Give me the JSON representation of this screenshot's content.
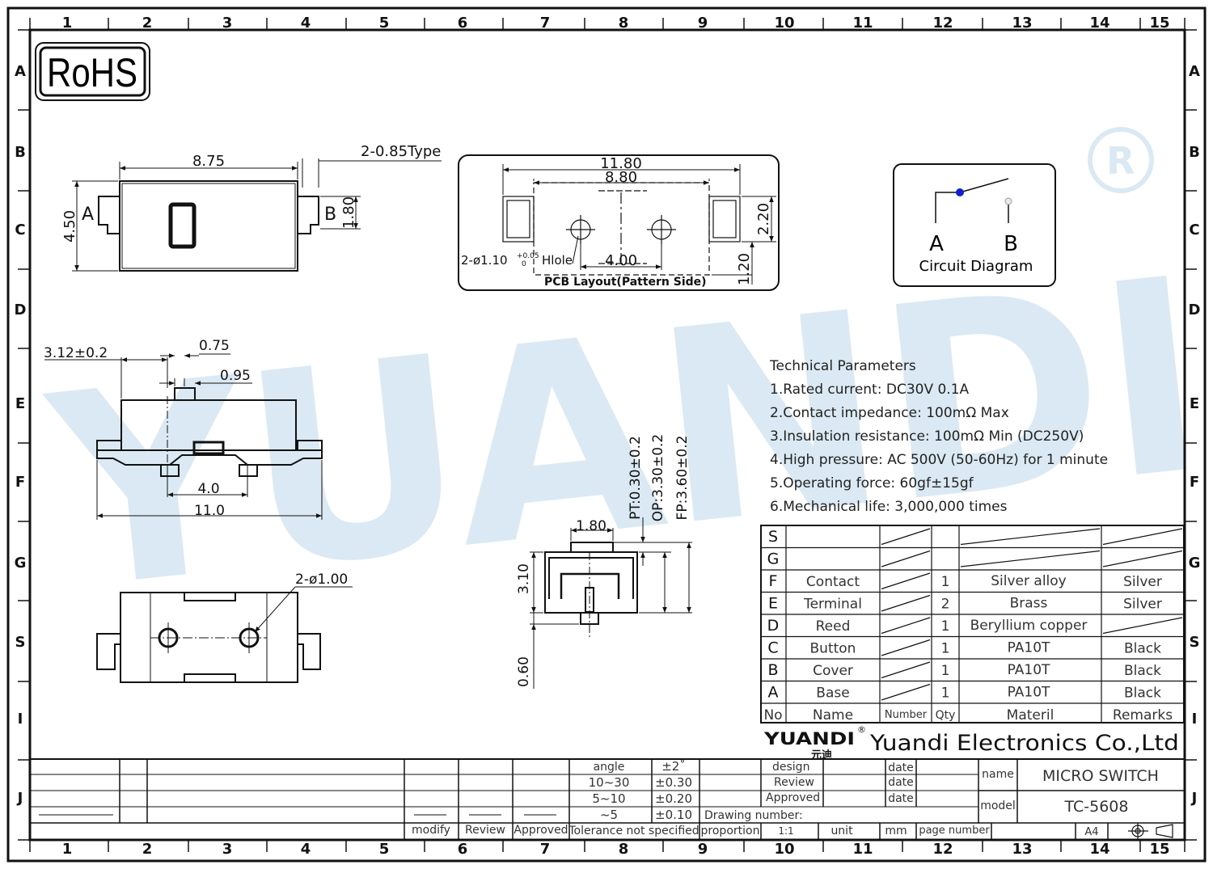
{
  "frame": {
    "col_numbers": [
      "1",
      "2",
      "3",
      "4",
      "5",
      "6",
      "7",
      "8",
      "9",
      "10",
      "11",
      "12",
      "13",
      "14",
      "15"
    ],
    "row_letters": [
      "A",
      "B",
      "C",
      "D",
      "E",
      "F",
      "G",
      "S",
      "I",
      "J"
    ]
  },
  "rohs": "RoHS",
  "registered_mark": "®",
  "top_view": {
    "width": "8.75",
    "terminal": "2-0.85Type",
    "height": "4.50",
    "term_height": "1.80",
    "label_a": "A",
    "label_b": "B"
  },
  "pcb": {
    "w_outer": "11.80",
    "w_inner": "8.80",
    "pitch": "4.00",
    "h1": "2.20",
    "h2": "1.20",
    "hole_note": "2-ø1.10",
    "hole_tol_plus": "+0.05",
    "hole_tol_minus": "0",
    "hole_word": "Hlole",
    "caption": "PCB  Layout(Pattern  Side)"
  },
  "circuit": {
    "a": "A",
    "b": "B",
    "caption": "Circuit  Diagram"
  },
  "front_view": {
    "dim1": "3.12±0.2",
    "dim2": "0.75",
    "dim3": "0.95",
    "pitch": "4.0",
    "overall": "11.0"
  },
  "bottom_view": {
    "holes": "2-ø1.00"
  },
  "side_view": {
    "top": "1.80",
    "height": "3.10",
    "pin": "0.60",
    "pt": "PT:0.30±0.2",
    "op": "OP:3.30±0.2",
    "fp": "FP:3.60±0.2"
  },
  "tech_params": {
    "title": "Technical Parameters",
    "items": [
      "1.Rated current: DC30V 0.1A",
      "2.Contact impedance: 100mΩ Max",
      "3.Insulation resistance: 100mΩ Min  (DC250V)",
      "4.High pressure: AC 500V   (50-60Hz)  for 1 minute",
      "5.Operating force: 60gf±15gf",
      "6.Mechanical life: 3,000,000 times"
    ]
  },
  "bom": {
    "header": {
      "no": "No",
      "name": "Name",
      "number": "Number",
      "qty": "Qty",
      "material": "Materil",
      "remarks": "Remarks"
    },
    "rows": [
      {
        "no": "S",
        "name": "",
        "qty": "",
        "material": "",
        "remarks": "",
        "slash": true
      },
      {
        "no": "G",
        "name": "",
        "qty": "",
        "material": "",
        "remarks": "",
        "slash": true
      },
      {
        "no": "F",
        "name": "Contact",
        "qty": "1",
        "material": "Silver alloy",
        "remarks": "Silver",
        "slash": false
      },
      {
        "no": "E",
        "name": "Terminal",
        "qty": "2",
        "material": "Brass",
        "remarks": "Silver",
        "slash": false
      },
      {
        "no": "D",
        "name": "Reed",
        "qty": "1",
        "material": "Beryllium copper",
        "remarks": "",
        "slash": true
      },
      {
        "no": "C",
        "name": "Button",
        "qty": "1",
        "material": "PA10T",
        "remarks": "Black",
        "slash": false
      },
      {
        "no": "B",
        "name": "Cover",
        "qty": "1",
        "material": "PA10T",
        "remarks": "Black",
        "slash": false
      },
      {
        "no": "A",
        "name": "Base",
        "qty": "1",
        "material": "PA10T",
        "remarks": "Black",
        "slash": false
      }
    ]
  },
  "company": {
    "logo_text": "YUANDI",
    "logo_cn": "元迪",
    "name": "Yuandi Electronics Co.,Ltd"
  },
  "title_block": {
    "design": "design",
    "review": "Review",
    "approved": "Approved",
    "date": "date",
    "name_label": "name",
    "product_name": "MICRO SWITCH",
    "model_label": "model",
    "model": "TC-5608",
    "drawing_number": "Drawing number:",
    "proportion": "proportion",
    "scale": "1:1",
    "unit": "unit",
    "mm": "mm",
    "page_number": "page number",
    "paper": "A4"
  },
  "tolerance": {
    "rows": [
      [
        "angle",
        "±2˚"
      ],
      [
        "10~30",
        "±0.30"
      ],
      [
        "5~10",
        "±0.20"
      ],
      [
        "~5",
        "±0.10"
      ]
    ],
    "caption": "Tolerance not specified"
  },
  "revision": {
    "modify": "modify",
    "review": "Review",
    "approved": "Approved"
  },
  "watermark": "YUANDI",
  "colors": {
    "line": "#1a1a1a",
    "watermark": "#cfe3ee",
    "blue_dot": "#1020d0"
  }
}
